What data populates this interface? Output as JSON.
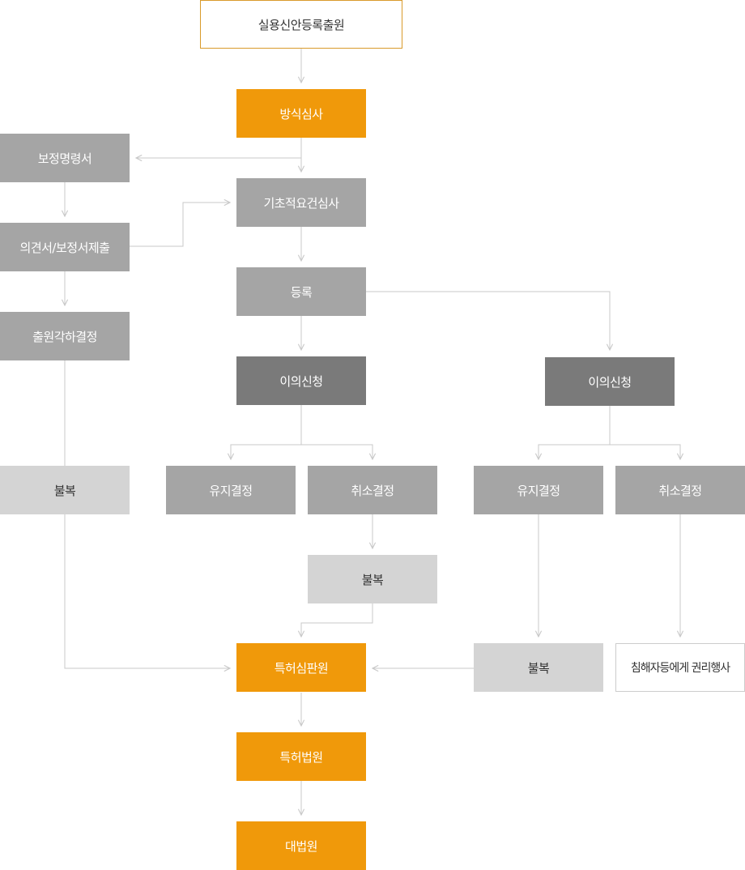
{
  "nodes": {
    "application": "실용신안등록출원",
    "formality_exam": "방식심사",
    "correction_order": "보정명령서",
    "basic_requirements_exam": "기초적요건심사",
    "opinion_submission": "의견서/보정서제출",
    "rejection_decision": "출원각하결정",
    "registration": "등록",
    "opposition_left": "이의신청",
    "opposition_right": "이의신청",
    "appeal_left": "불복",
    "maintain_left": "유지결정",
    "revoke_left": "취소결정",
    "maintain_right": "유지결정",
    "revoke_right": "취소결정",
    "appeal_mid": "불복",
    "ip_tribunal": "특허심판원",
    "appeal_right": "불복",
    "infringement_rights": "침해자등에게 권리행사",
    "patent_court": "특허법원",
    "supreme_court": "대법원"
  },
  "colors": {
    "orange": "#f0990a",
    "gray": "#a5a5a5",
    "dark_gray": "#7a7a7a",
    "light_gray": "#d4d4d4",
    "line": "#c8c8c8"
  }
}
